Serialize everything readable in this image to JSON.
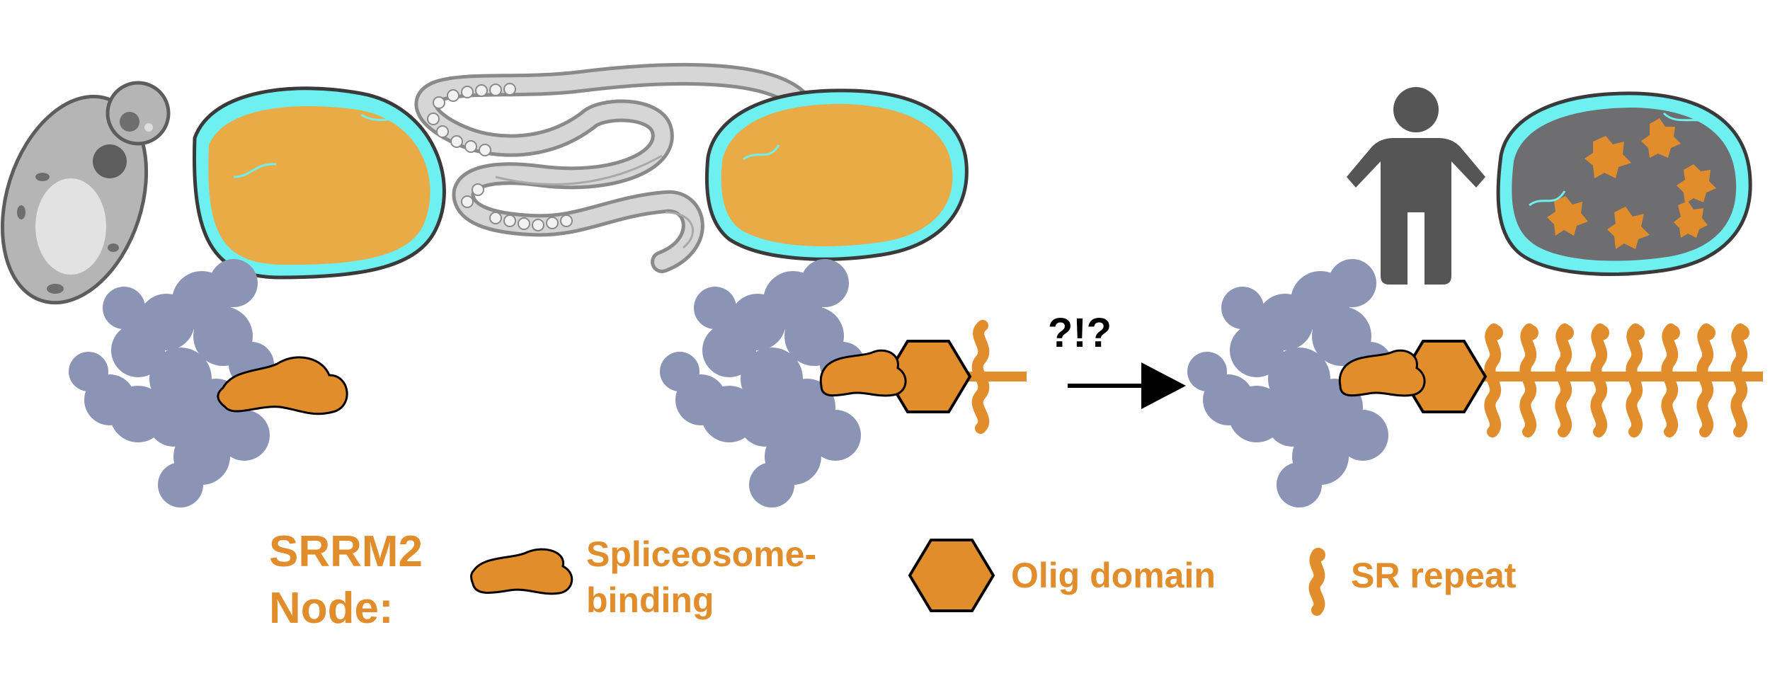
{
  "question_mark_label": "?!?",
  "legend": {
    "title_line1": "SRRM2",
    "title_line2": "Node:",
    "spliceosome_line1": "Spliceosome-",
    "spliceosome_line2": "binding",
    "olig": "Olig domain",
    "sr": "SR repeat"
  },
  "organisms": [
    "yeast-icon",
    "worm-icon",
    "human-icon"
  ],
  "colors": {
    "orange": "#E18D2C",
    "nucleus_fill": "#E8AB45",
    "nucleus_rim": "#6FF0F0",
    "human_nucleus": "#6E6E70",
    "spliceosome": "#8B94B4",
    "organism_gray": "#9A9A9A",
    "human_gray": "#555555"
  }
}
